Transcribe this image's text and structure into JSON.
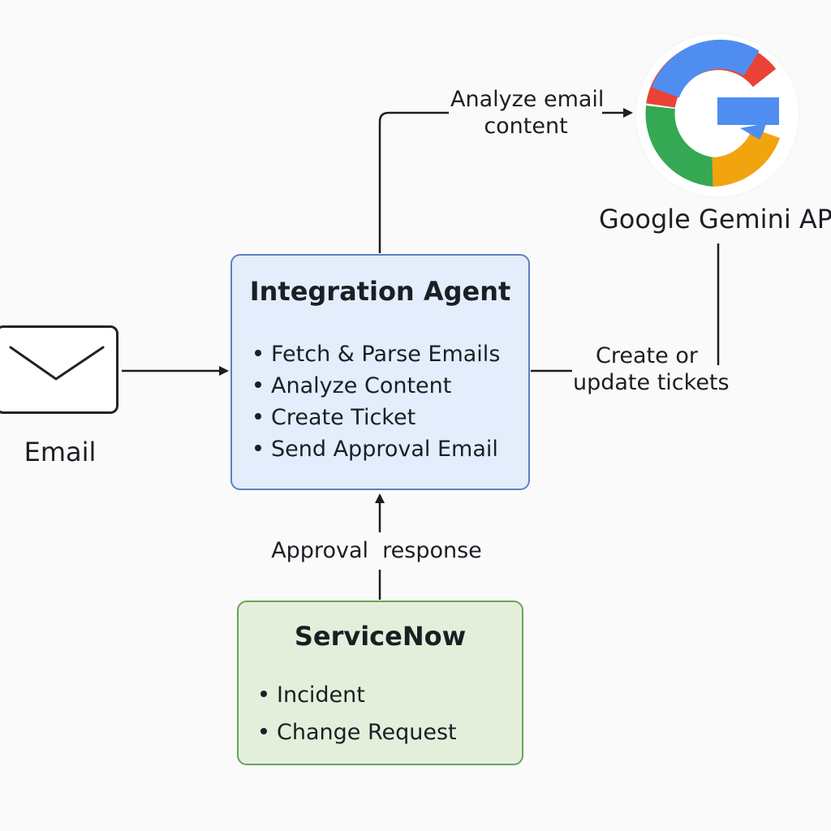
{
  "nodes": {
    "email": {
      "label": "Email"
    },
    "agent": {
      "title": "Integration Agent",
      "items": [
        "Fetch & Parse Emails",
        "Analyze Content",
        "Create Ticket",
        "Send Approval Email"
      ]
    },
    "servicenow": {
      "title": "ServiceNow",
      "items": [
        "Incident",
        "Change Request"
      ]
    },
    "gemini": {
      "label": "Google Gemini API"
    }
  },
  "edges": {
    "analyze": {
      "line1": "Analyze email",
      "line2": "content"
    },
    "tickets": {
      "line1": "Create or",
      "line2": "update tickets"
    },
    "approval": {
      "label": "Approval  response"
    }
  },
  "colors": {
    "agent_fill": "#e3edfb",
    "agent_border": "#5b82bf",
    "servicenow_fill": "#e3efdb",
    "servicenow_border": "#6aa35a",
    "google_blue": "#4f8ef0",
    "google_red": "#ea4335",
    "google_green": "#34a853",
    "google_yellow": "#f2a40f"
  },
  "icons": {
    "email": "envelope-icon",
    "gemini": "google-g-logo"
  }
}
